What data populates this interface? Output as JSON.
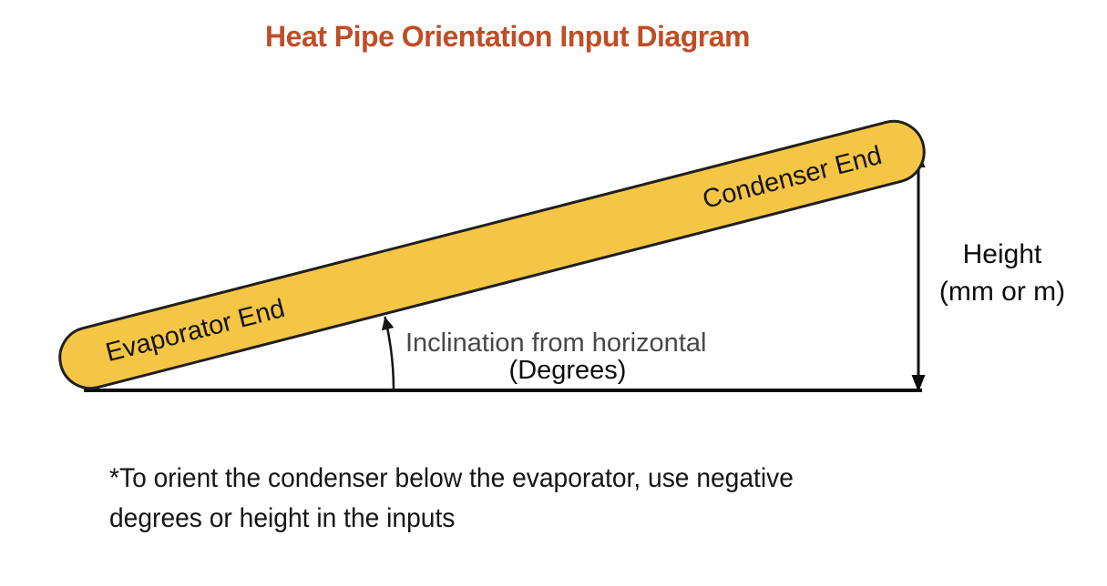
{
  "title": {
    "text": "Heat Pipe Orientation Input Diagram",
    "color": "#bf4d26"
  },
  "pipe": {
    "evaporator_label": "Evaporator End",
    "condenser_label": "Condenser End",
    "fill_color": "#f5c545",
    "outline_color": "#1f1f1f",
    "incline_degrees_visual": 14.4
  },
  "labels": {
    "inclination_line1": "Inclination from horizontal",
    "inclination_line2": "(Degrees)",
    "height_line1": "Height",
    "height_line2": "(mm or m)"
  },
  "note": {
    "line1": "*To orient the condenser below the evaporator, use negative",
    "line2": "degrees or height in the inputs"
  }
}
